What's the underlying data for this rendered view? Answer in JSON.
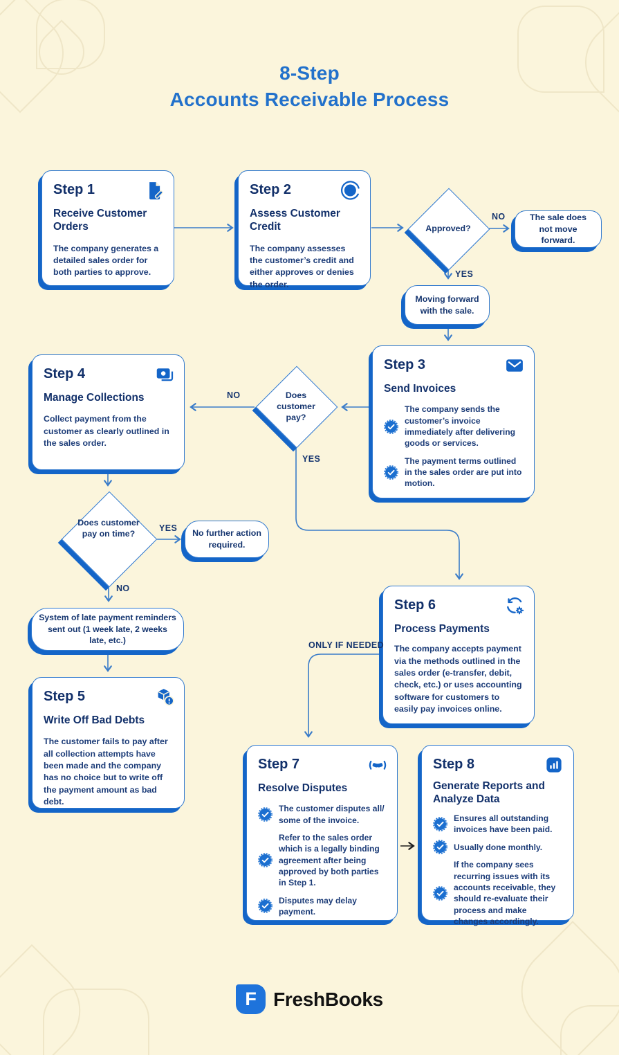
{
  "header": {
    "title_line1": "8-Step",
    "title_line2": "Accounts Receivable Process"
  },
  "steps": {
    "step1": {
      "label": "Step 1",
      "title": "Receive Customer Orders",
      "body": "The company generates a detailed sales order for both parties to approve.",
      "icon": "document-edit-icon"
    },
    "step2": {
      "label": "Step 2",
      "title": "Assess Customer Credit",
      "body": "The company assesses the customer’s credit and either approves or denies the order.",
      "icon": "credit-check-icon"
    },
    "step3": {
      "label": "Step 3",
      "title": "Send Invoices",
      "bullets": [
        "The company sends the customer’s invoice immediately after delivering goods or services.",
        "The payment terms outlined in the sales order are put into motion."
      ],
      "icon": "envelope-icon"
    },
    "step4": {
      "label": "Step 4",
      "title": "Manage Collections",
      "body": "Collect payment from the customer as clearly outlined in the sales order.",
      "icon": "cash-icon"
    },
    "step5": {
      "label": "Step 5",
      "title": "Write Off Bad Debts",
      "body": "The customer fails to pay after all collection attempts have been made and the company has no choice but to write off the payment amount as bad debt.",
      "icon": "bad-debt-package-icon"
    },
    "step6": {
      "label": "Step 6",
      "title": "Process Payments",
      "body": "The company accepts payment via the methods outlined in the sales order (e-transfer, debit, check, etc.) or uses accounting software for customers to easily pay invoices online.",
      "icon": "sync-gear-icon"
    },
    "step7": {
      "label": "Step 7",
      "title": "Resolve Disputes",
      "bullets": [
        "The customer disputes all/ some of the invoice.",
        "Refer to the sales order which is a legally binding agreement after being approved by both parties in Step 1.",
        "Disputes may delay payment."
      ],
      "icon": "handshake-icon"
    },
    "step8": {
      "label": "Step 8",
      "title": "Generate Reports and Analyze Data",
      "bullets": [
        "Ensures all outstanding invoices have been paid.",
        "Usually done monthly.",
        "If the company sees recurring issues with its accounts receivable, they should re-evaluate their process and make changes accordingly."
      ],
      "icon": "bar-chart-icon"
    }
  },
  "decisions": {
    "approved": "Approved?",
    "customer_pay": "Does customer pay?",
    "pay_on_time": "Does customer pay on time?"
  },
  "outcomes": {
    "no_sale": "The sale does not move forward.",
    "moving_forward": "Moving forward with the sale.",
    "no_action": "No further action required.",
    "late_reminders": "System of late payment reminders sent out (1 week late, 2 weeks late, etc.)"
  },
  "labels": {
    "yes": "YES",
    "no": "NO",
    "only_if_needed": "ONLY IF NEEDED"
  },
  "footer": {
    "brand": "FreshBooks",
    "logo_letter": "F"
  },
  "colors": {
    "background": "#FBF5DC",
    "accent_blue": "#1465C8",
    "border_blue": "#2F78CE",
    "title_blue": "#2271CB",
    "navy_text": "#12306A",
    "body_text": "#1C3C78",
    "connector_blue": "#3A7CC9",
    "dark_arrow": "#1B1B1B",
    "logo_blue": "#1E73DB"
  }
}
